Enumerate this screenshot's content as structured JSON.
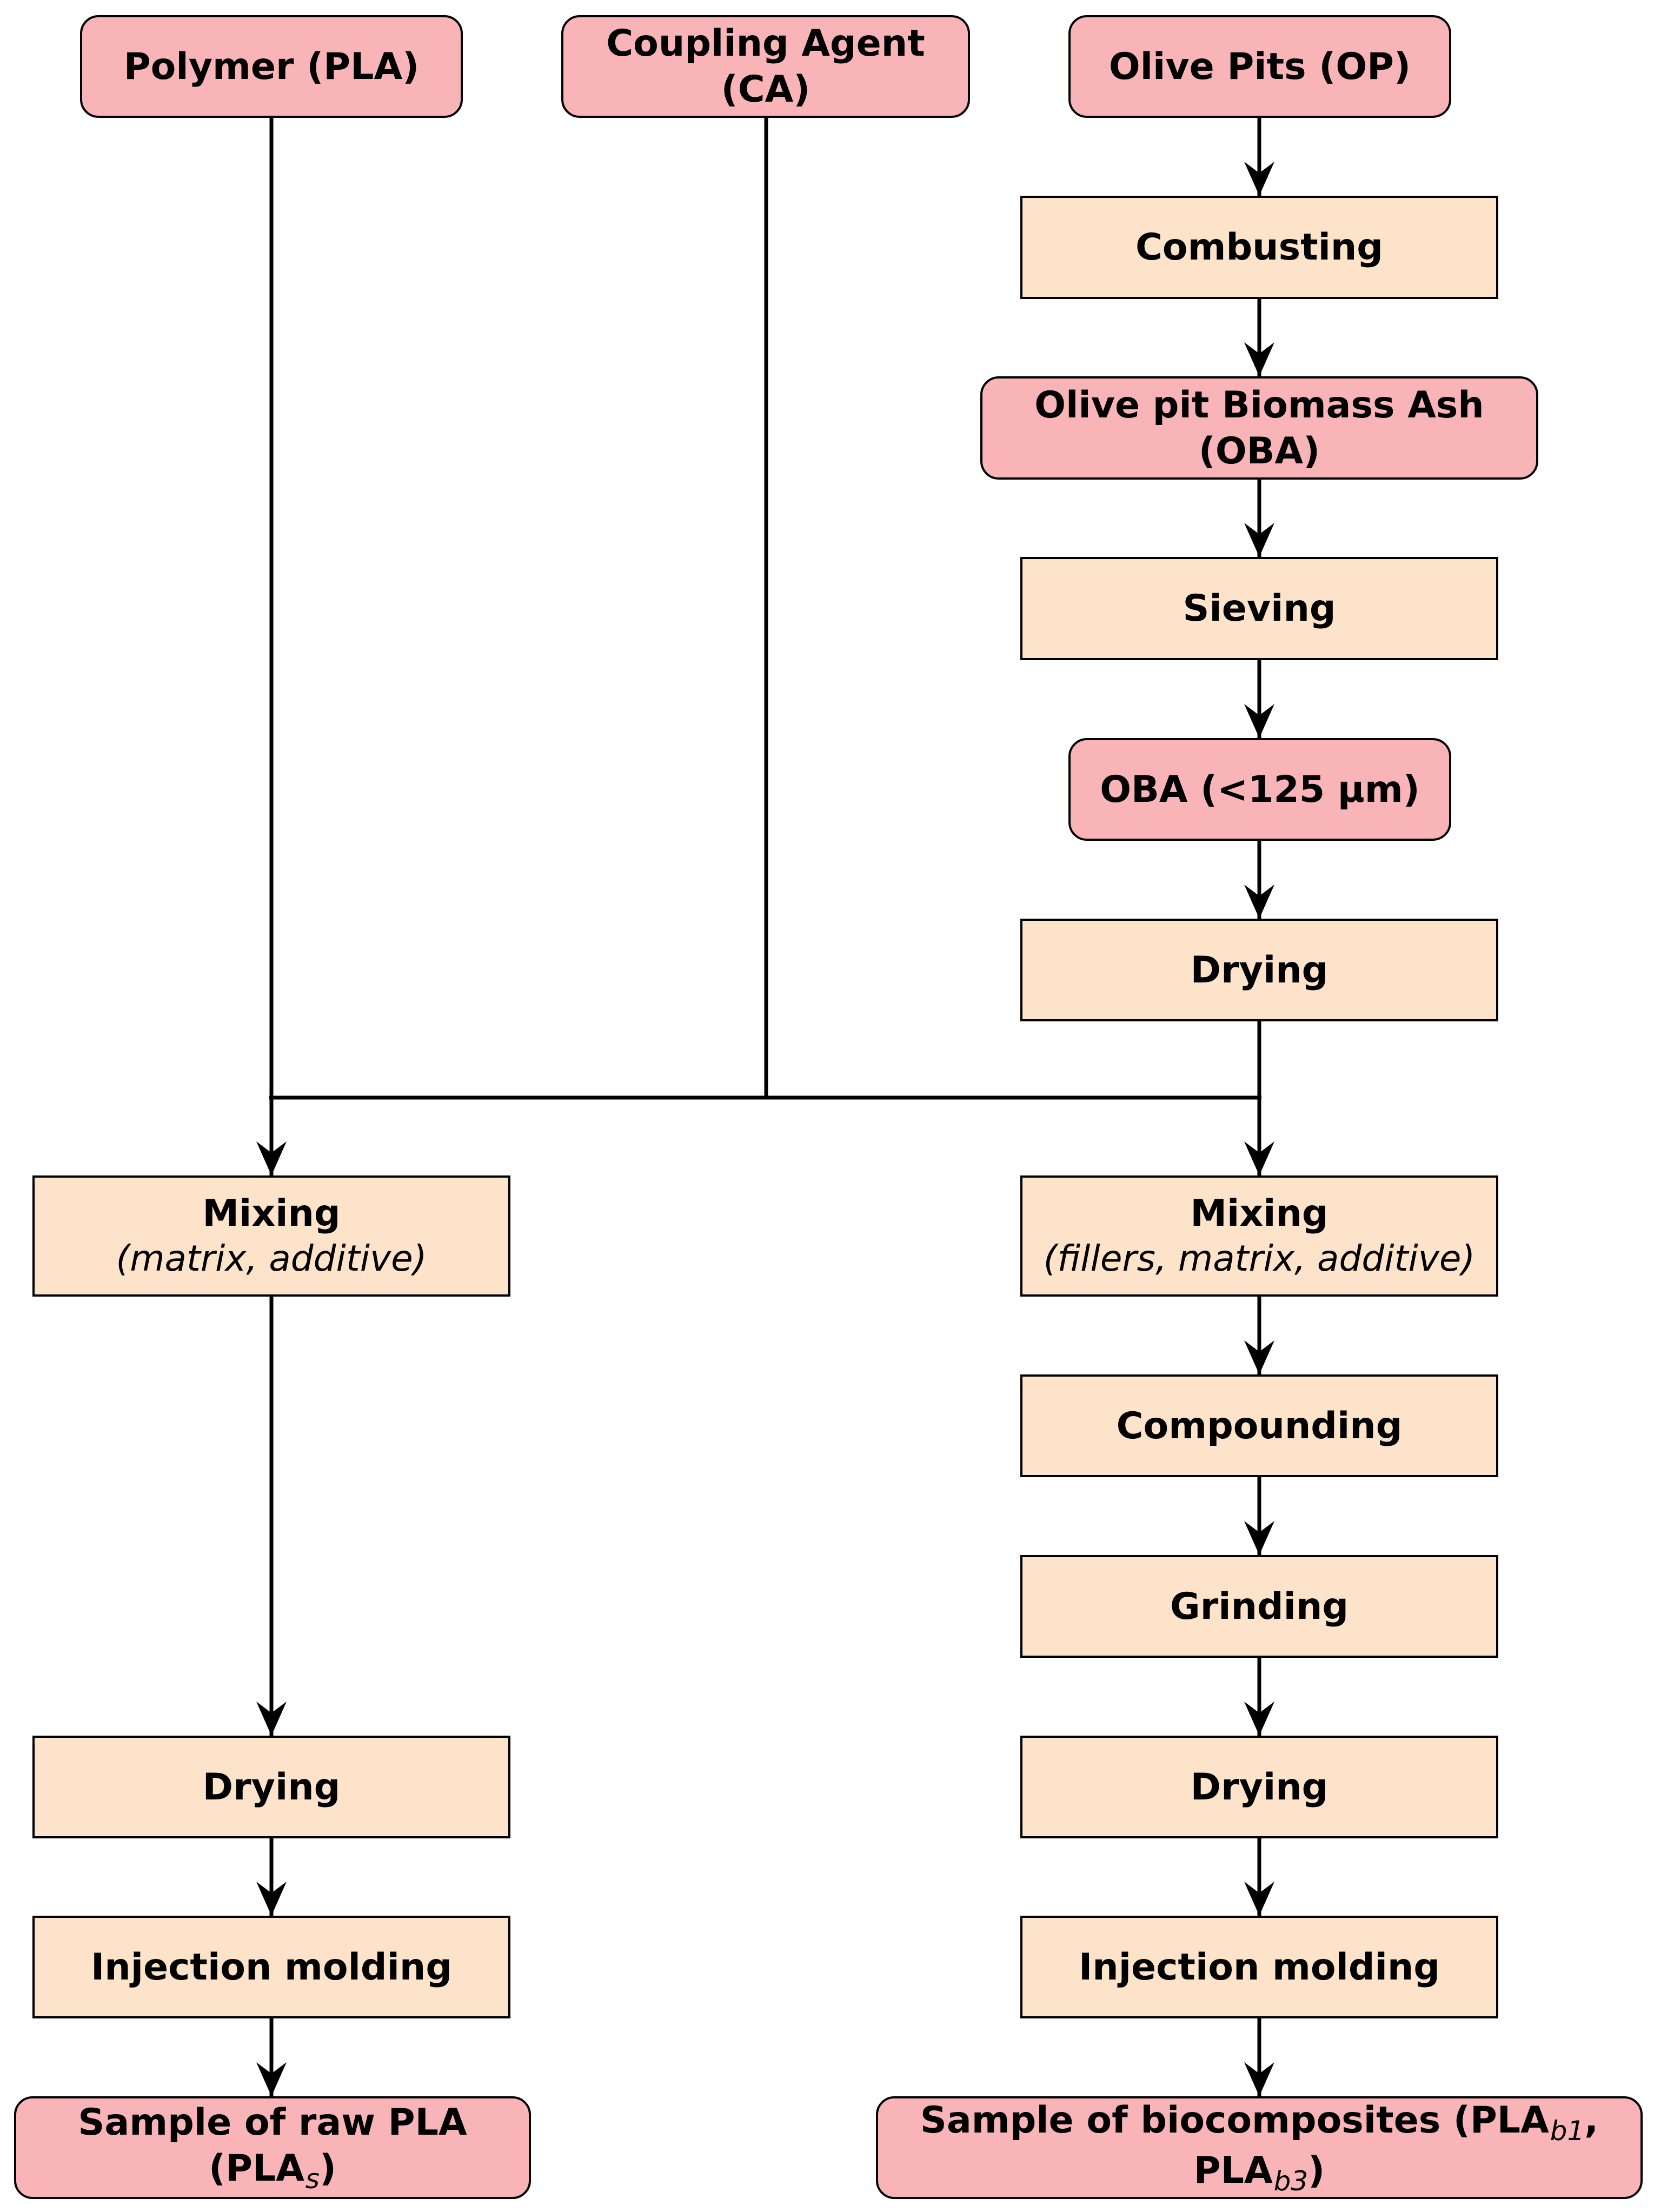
{
  "materials": {
    "polymer": "Polymer (PLA)",
    "coupling_agent": "Coupling Agent (CA)",
    "olive_pits": "Olive Pits (OP)",
    "oba": "Olive pit Biomass Ash (OBA)",
    "oba_sieved": "OBA (<125 µm)"
  },
  "processes": {
    "combusting": "Combusting",
    "sieving": "Sieving",
    "drying_oba": "Drying",
    "mixing_left_title": "Mixing",
    "mixing_left_detail": "(matrix, additive)",
    "mixing_right_title": "Mixing",
    "mixing_right_detail": "(fillers, matrix, additive)",
    "compounding": "Compounding",
    "grinding": "Grinding",
    "drying_left": "Drying",
    "drying_right": "Drying",
    "injection_left": "Injection molding",
    "injection_right": "Injection molding"
  },
  "outputs": {
    "raw_prefix": "Sample of raw PLA (PLA",
    "raw_sub": "s",
    "raw_suffix": ")",
    "bio_prefix": "Sample of biocomposites (PLA",
    "bio_sub1": "b1",
    "bio_mid": ", PLA",
    "bio_sub2": "b3",
    "bio_suffix": ")"
  },
  "colors": {
    "material_fill": "#f8b4b6",
    "process_fill": "#fde3c9",
    "stroke": "#000000"
  }
}
